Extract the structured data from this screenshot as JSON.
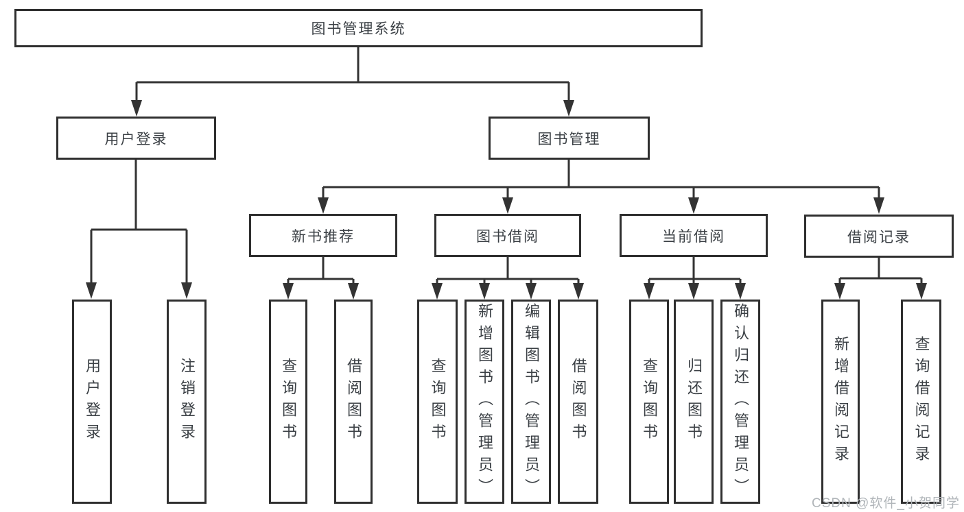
{
  "nodes": {
    "root": "图书管理系统",
    "user_login": "用户登录",
    "book_mgmt": "图书管理",
    "new_book_rec": "新书推荐",
    "book_borrowing": "图书借阅",
    "current_borrowing": "当前借阅",
    "borrowing_records": "借阅记录",
    "leaf_user_login": "用户登录",
    "leaf_logout": "注销登录",
    "leaf_nbr_query_books": "查询图书",
    "leaf_nbr_borrow_books": "借阅图书",
    "leaf_bb_query_books": "查询图书",
    "leaf_bb_add_books": "新增图书（管理员）",
    "leaf_bb_edit_books": "编辑图书（管理员）",
    "leaf_bb_borrow_books": "借阅图书",
    "leaf_cb_query_books": "查询图书",
    "leaf_cb_return_books": "归还图书",
    "leaf_cb_confirm_return": "确认归还（管理员）",
    "leaf_br_add_record": "新增借阅记录",
    "leaf_br_query_record": "查询借阅记录"
  },
  "hierarchy": {
    "root": [
      "user_login",
      "book_mgmt"
    ],
    "user_login": [
      "leaf_user_login",
      "leaf_logout"
    ],
    "book_mgmt": [
      "new_book_rec",
      "book_borrowing",
      "current_borrowing",
      "borrowing_records"
    ],
    "new_book_rec": [
      "leaf_nbr_query_books",
      "leaf_nbr_borrow_books"
    ],
    "book_borrowing": [
      "leaf_bb_query_books",
      "leaf_bb_add_books",
      "leaf_bb_edit_books",
      "leaf_bb_borrow_books"
    ],
    "current_borrowing": [
      "leaf_cb_query_books",
      "leaf_cb_return_books",
      "leaf_cb_confirm_return"
    ],
    "borrowing_records": [
      "leaf_br_add_record",
      "leaf_br_query_record"
    ]
  },
  "watermark": "CSDN @软件_小贺同学",
  "colors": {
    "line": "#333333",
    "box_border": "#2f2f2f",
    "text": "#3b4045",
    "watermark": "#b0b5b9",
    "background": "#ffffff"
  }
}
